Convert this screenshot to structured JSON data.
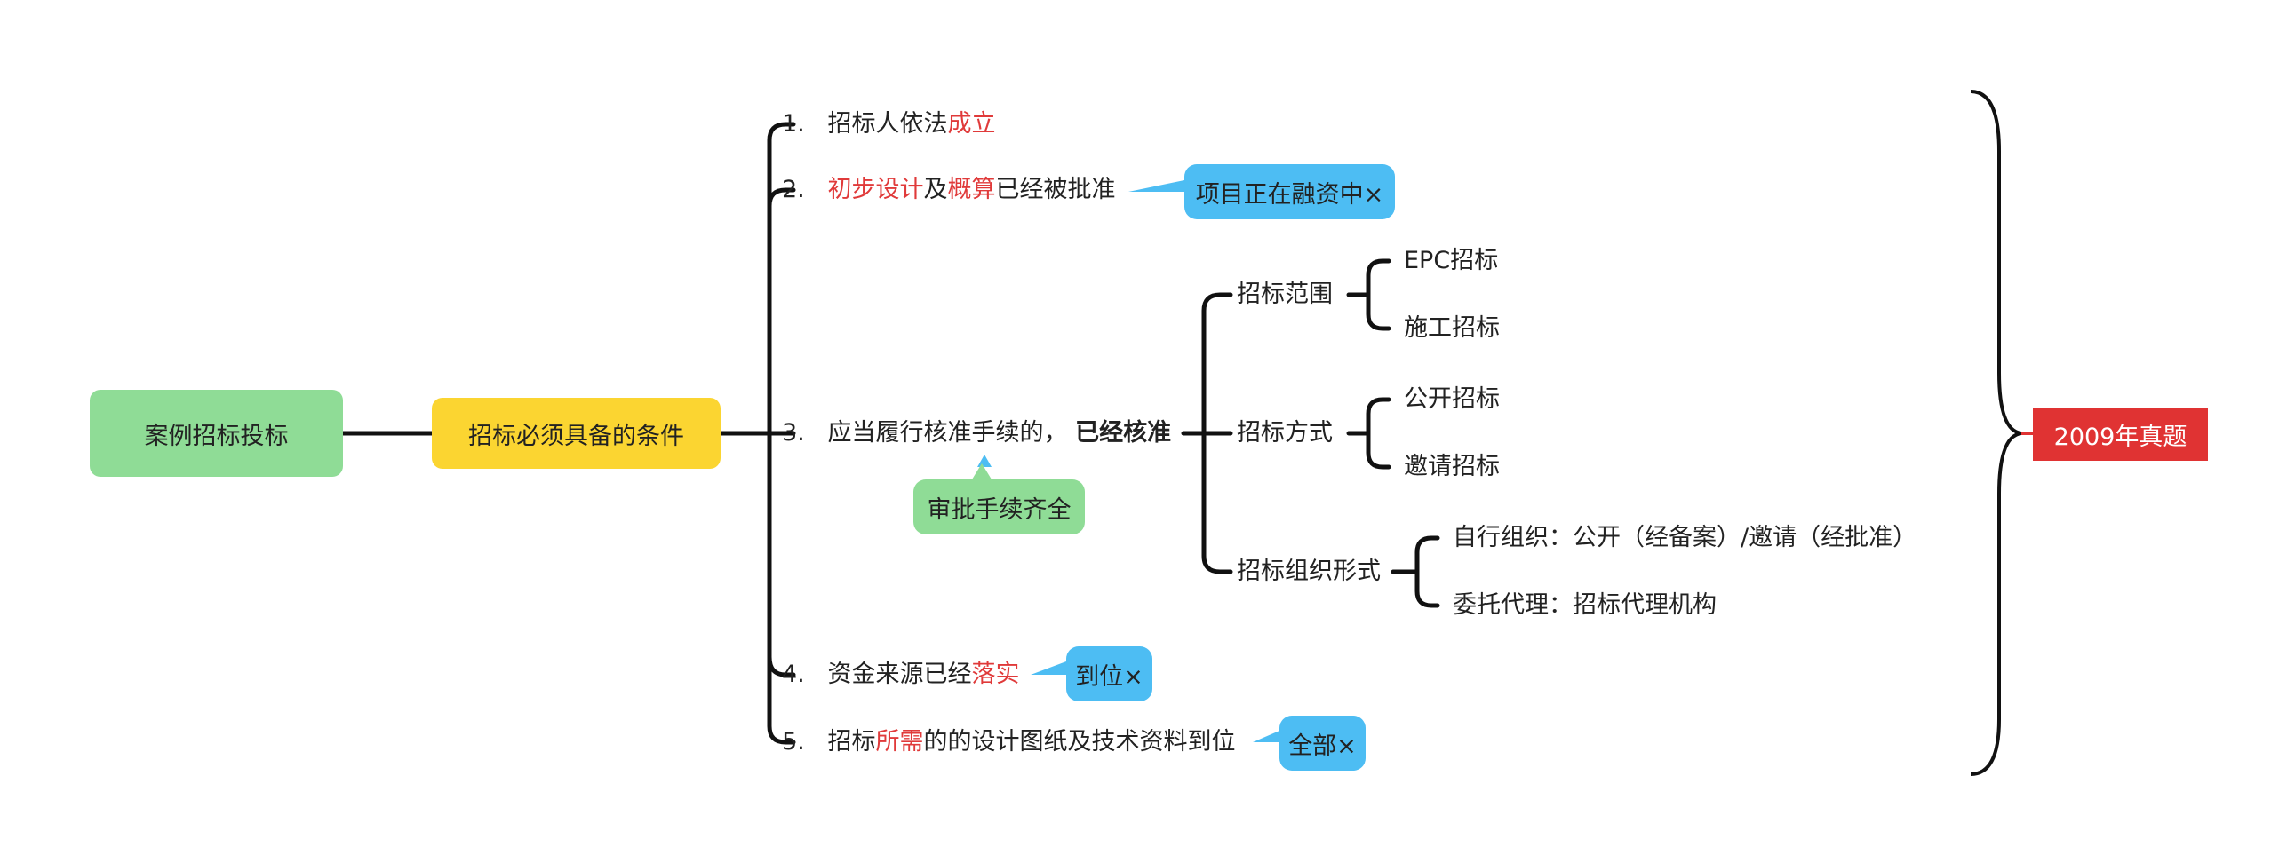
{
  "root": {
    "label": "案例招标投标"
  },
  "main": {
    "label": "招标必须具备的条件"
  },
  "year_tag": {
    "label": "2009年真题"
  },
  "conditions": [
    {
      "num": "1.",
      "parts": [
        {
          "t": "招标人依法",
          "red": false
        },
        {
          "t": "成立",
          "red": true
        }
      ]
    },
    {
      "num": "2.",
      "parts": [
        {
          "t": "初步设计",
          "red": true
        },
        {
          "t": "及",
          "red": false
        },
        {
          "t": "概算",
          "red": true
        },
        {
          "t": "已经被批准",
          "red": false
        }
      ],
      "callout": "项目正在融资中×"
    },
    {
      "num": "3.",
      "parts": [
        {
          "t": "应当履行核准手续的，",
          "red": false
        }
      ],
      "bold_text": "已经核准",
      "sub_callout": "审批手续齐全"
    },
    {
      "num": "4.",
      "parts": [
        {
          "t": "资金来源已经",
          "red": false
        },
        {
          "t": "落实",
          "red": true
        }
      ],
      "callout": "到位×"
    },
    {
      "num": "5.",
      "parts": [
        {
          "t": "招标",
          "red": false
        },
        {
          "t": "所需",
          "red": true
        },
        {
          "t": "的的设计图纸及技术资料到位",
          "red": false
        }
      ],
      "callout": "全部×"
    }
  ],
  "approval_branches": [
    {
      "label": "招标范围",
      "children": [
        "EPC招标",
        "施工招标"
      ]
    },
    {
      "label": "招标方式",
      "children": [
        "公开招标",
        "邀请招标"
      ]
    },
    {
      "label": "招标组织形式",
      "children": [
        "自行组织：公开（经备案）/邀请（经批准）",
        "委托代理：招标代理机构"
      ]
    }
  ],
  "colors": {
    "root_fill": "#8fdc96",
    "main_fill": "#fbd531",
    "callout_fill": "#4dbdf3",
    "year_fill": "#e03333",
    "highlight_text": "#e03a3a",
    "line": "#111111"
  }
}
